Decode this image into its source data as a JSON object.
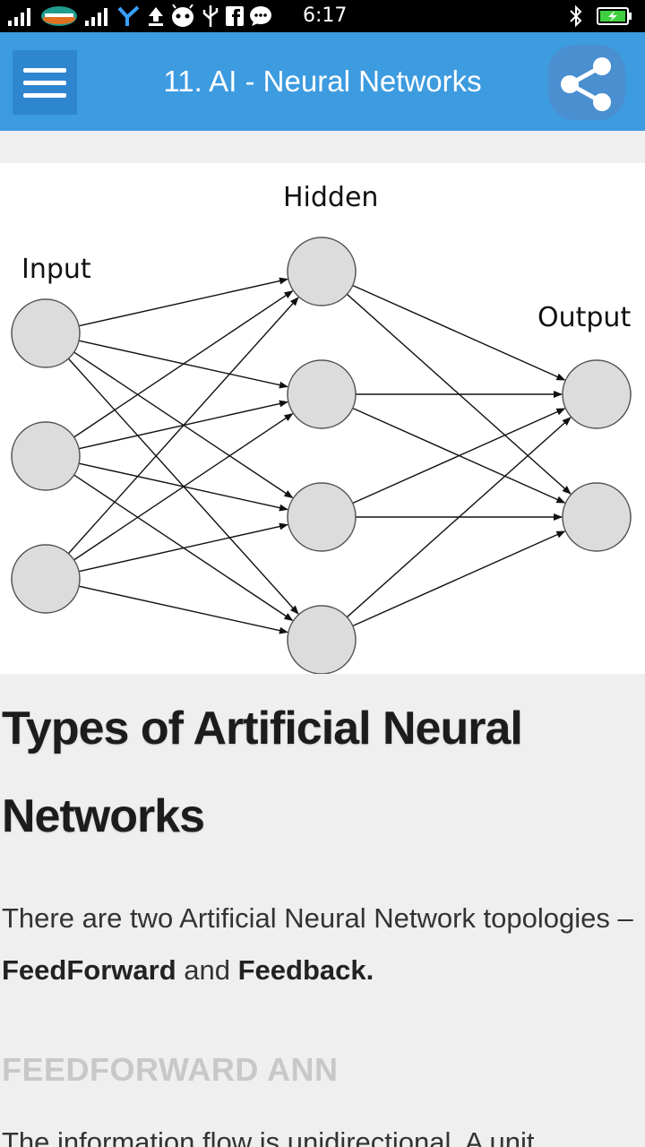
{
  "status_bar": {
    "time": "6:17",
    "icons": [
      "signal-icon",
      "carrier-logo-icon",
      "signal-icon",
      "usb-tether-icon",
      "upload-icon",
      "android-icon",
      "usb-icon",
      "facebook-icon",
      "chat-icon",
      "bluetooth-icon",
      "battery-charging-icon"
    ]
  },
  "app_bar": {
    "title": "11. AI - Neural Networks",
    "menu_icon": "hamburger-menu-icon",
    "share_icon": "share-icon"
  },
  "diagram": {
    "labels": {
      "input": "Input",
      "hidden": "Hidden",
      "output": "Output"
    },
    "layers": [
      {
        "name": "input",
        "nodes": 3
      },
      {
        "name": "hidden",
        "nodes": 4
      },
      {
        "name": "output",
        "nodes": 2
      }
    ]
  },
  "article": {
    "heading": "Types of Artificial Neural Networks",
    "intro_prefix": "There are two Artificial Neural Network topologies – ",
    "intro_bold_1": "FeedForward",
    "intro_middle": " and ",
    "intro_bold_2": "Feedback.",
    "subheading": "FEEDFORWARD ANN",
    "body": "The information flow is unidirectional. A unit"
  },
  "colors": {
    "app_bar": "#3d9be0",
    "node_fill": "#dcdcdc",
    "background": "#efeff0"
  }
}
